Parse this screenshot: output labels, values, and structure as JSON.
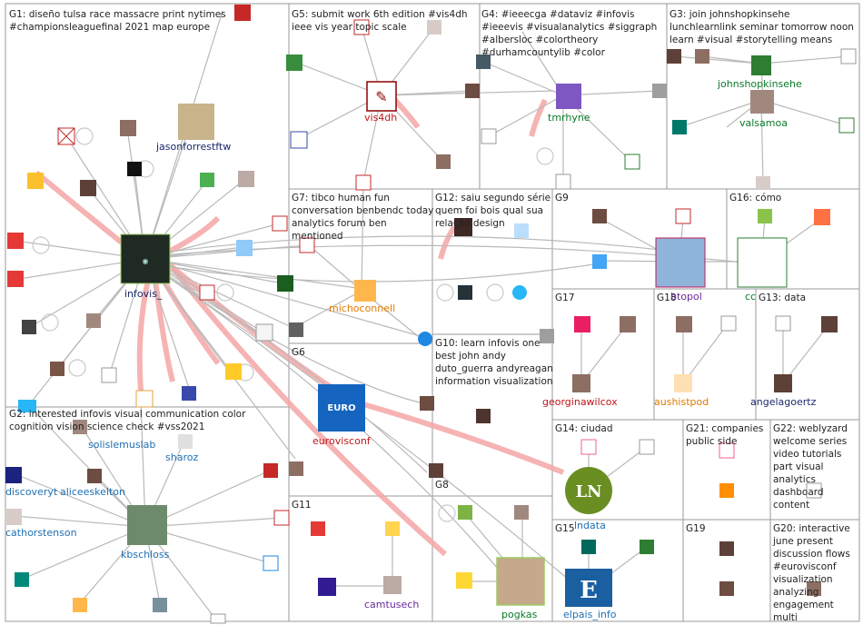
{
  "colors": {
    "edge": "#b9b9b9",
    "strong_edge": "#f4a6a6",
    "border": "#9a9a9a",
    "label_dark": "#1b2a6b",
    "label_red": "#c0151a",
    "label_green": "#0a7a2a",
    "label_blue": "#1f6fb2",
    "label_orange": "#e07b00",
    "label_purple": "#6a2a9a"
  },
  "groups": [
    {
      "id": "G1",
      "text": "G1: diseño tulsa race massacre print nytimes #championsleaguefinal 2021 map europe"
    },
    {
      "id": "G2",
      "text": "G2: interested infovis visual communication color cognition vision science check #vss2021"
    },
    {
      "id": "G3",
      "text": "G3: join johnshopkinsehe lunchlearnlink seminar tomorrow noon learn #visual #storytelling means"
    },
    {
      "id": "G4",
      "text": "G4: #ieeecga #dataviz #infovis #ieeevis #visualanalytics #siggraph #albersloc #colortheory #durhamcountylib #color"
    },
    {
      "id": "G5",
      "text": "G5: submit work 6th edition #vis4dh ieee vis year topic scale"
    },
    {
      "id": "G6",
      "text": "G6"
    },
    {
      "id": "G7",
      "text": "G7: tibco human fun conversation benbendc today analytics forum ben mentioned"
    },
    {
      "id": "G8",
      "text": "G8"
    },
    {
      "id": "G9",
      "text": "G9"
    },
    {
      "id": "G10",
      "text": "G10: learn infovis one best john andy duto_guerra andyreagan information visualization"
    },
    {
      "id": "G11",
      "text": "G11"
    },
    {
      "id": "G12",
      "text": "G12: saiu segundo série quem foi bois qual sua relação design"
    },
    {
      "id": "G13",
      "text": "G13: data"
    },
    {
      "id": "G14",
      "text": "G14: ciudad"
    },
    {
      "id": "G15",
      "text": "G15"
    },
    {
      "id": "G16",
      "text": "G16: cómo"
    },
    {
      "id": "G17",
      "text": "G17"
    },
    {
      "id": "G18",
      "text": "G18"
    },
    {
      "id": "G19",
      "text": "G19"
    },
    {
      "id": "G20",
      "text": "G20: interactive june present discussion flows #eurovisconf visualization analyzing engagement multi"
    },
    {
      "id": "G21",
      "text": "G21: companies public side"
    },
    {
      "id": "G22",
      "text": "G22: weblyzard welcome series video tutorials part visual analytics dashboard content"
    }
  ],
  "labels": [
    {
      "id": "infovis",
      "text": "infovis_",
      "color": "#1b2a6b"
    },
    {
      "id": "jasonforrestftw",
      "text": "jasonforrestftw",
      "color": "#1b2a6b"
    },
    {
      "id": "vis4dh",
      "text": "vis4dh",
      "color": "#c0151a"
    },
    {
      "id": "tmrhyne",
      "text": "tmrhyne",
      "color": "#0a7a2a"
    },
    {
      "id": "johnshopkinsehe",
      "text": "johnshopkinsehe",
      "color": "#0a7a2a"
    },
    {
      "id": "valsamoa",
      "text": "valsamoa",
      "color": "#0a7a2a"
    },
    {
      "id": "michoconnell",
      "text": "michoconnell",
      "color": "#e07b00"
    },
    {
      "id": "eurovisconf",
      "text": "eurovisconf",
      "color": "#c0151a"
    },
    {
      "id": "solislemuslab",
      "text": "solislemuslab",
      "color": "#1f6fb2"
    },
    {
      "id": "sharoz",
      "text": "sharoz",
      "color": "#1f6fb2"
    },
    {
      "id": "discoveryt",
      "text": "discoveryt",
      "color": "#1f6fb2"
    },
    {
      "id": "aliceeskelton",
      "text": "aliceeskelton",
      "color": "#1f6fb2"
    },
    {
      "id": "cathorstenson",
      "text": "cathorstenson",
      "color": "#1f6fb2"
    },
    {
      "id": "kbschloss",
      "text": "kbschloss",
      "color": "#1f6fb2"
    },
    {
      "id": "camtusech",
      "text": "camtusech",
      "color": "#6a2a9a"
    },
    {
      "id": "pogkas",
      "text": "pogkas",
      "color": "#0a7a2a"
    },
    {
      "id": "elpais_info",
      "text": "elpais_info",
      "color": "#1f6fb2"
    },
    {
      "id": "lndata",
      "text": "lndata",
      "color": "#1f6fb2"
    },
    {
      "id": "georginawilcox",
      "text": "georginawilcox",
      "color": "#c0151a"
    },
    {
      "id": "aushistpod",
      "text": "aushistpod",
      "color": "#e07b00"
    },
    {
      "id": "angelagoertz",
      "text": "angelagoertz",
      "color": "#1b2a6b"
    },
    {
      "id": "btopol",
      "text": "btopol",
      "color": "#6a2a9a"
    },
    {
      "id": "cc",
      "text": "cc",
      "color": "#0a7a2a"
    }
  ]
}
